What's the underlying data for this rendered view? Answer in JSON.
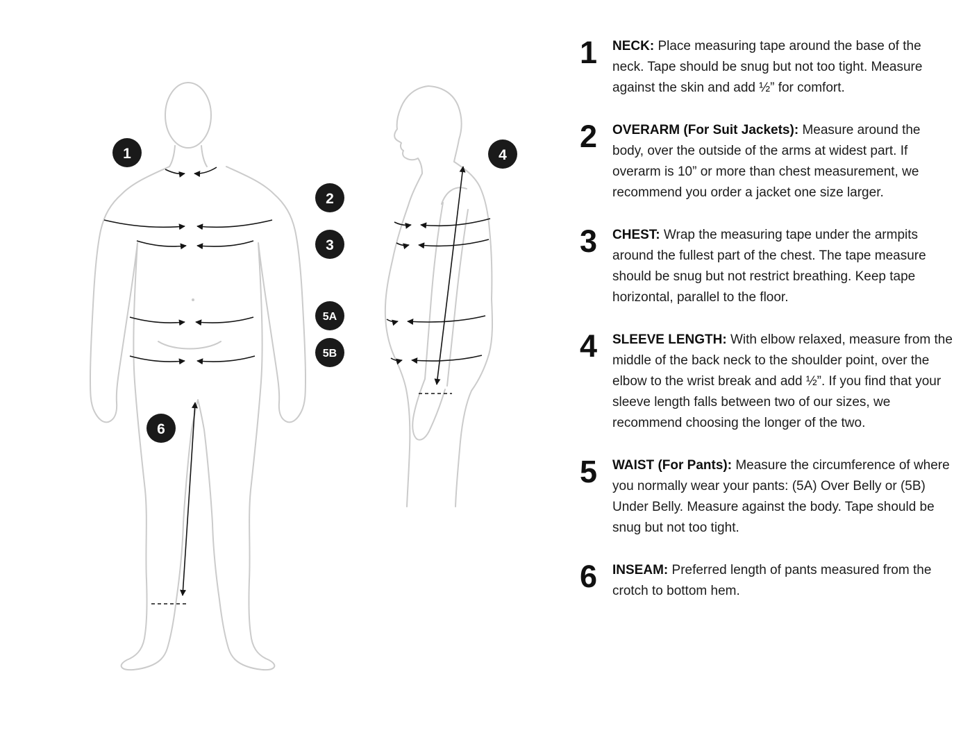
{
  "page": {
    "background_color": "#ffffff",
    "outline_color": "#cbcbcb",
    "line_color": "#141414",
    "badge_color": "#1a1a1a",
    "badge_text_color": "#ffffff"
  },
  "diagram": {
    "badges": {
      "neck": "1",
      "overarm": "2",
      "chest": "3",
      "sleeve": "4",
      "waist_over": "5A",
      "waist_under": "5B",
      "inseam": "6"
    }
  },
  "instructions": [
    {
      "num": "1",
      "title": "NECK:",
      "body": "Place measuring tape around the base of the neck. Tape should be snug but not too tight. Measure against the skin and add ½” for comfort."
    },
    {
      "num": "2",
      "title": "OVERARM (For Suit Jackets):",
      "body": "Measure around the body, over the outside of the arms at widest part. If overarm is 10” or more than chest measurement, we recommend you order a jacket one size larger."
    },
    {
      "num": "3",
      "title": "CHEST:",
      "body": "Wrap the measuring tape under the armpits around the fullest part of the chest. The tape measure should be snug but not restrict breathing. Keep tape horizontal, parallel to the floor."
    },
    {
      "num": "4",
      "title": "SLEEVE LENGTH:",
      "body": "With elbow relaxed, measure from the middle of the back neck to the shoulder point, over the elbow to the wrist break and add ½”. If you find that your sleeve length falls between two of our sizes, we recommend choosing the longer of the two."
    },
    {
      "num": "5",
      "title": "WAIST (For Pants):",
      "body": "Measure the circumference of where you normally wear your pants: (5A) Over Belly or (5B) Under Belly. Measure against the body. Tape should be snug but not too tight."
    },
    {
      "num": "6",
      "title": "INSEAM:",
      "body": "Preferred length of pants measured from the crotch to bottom hem."
    }
  ]
}
